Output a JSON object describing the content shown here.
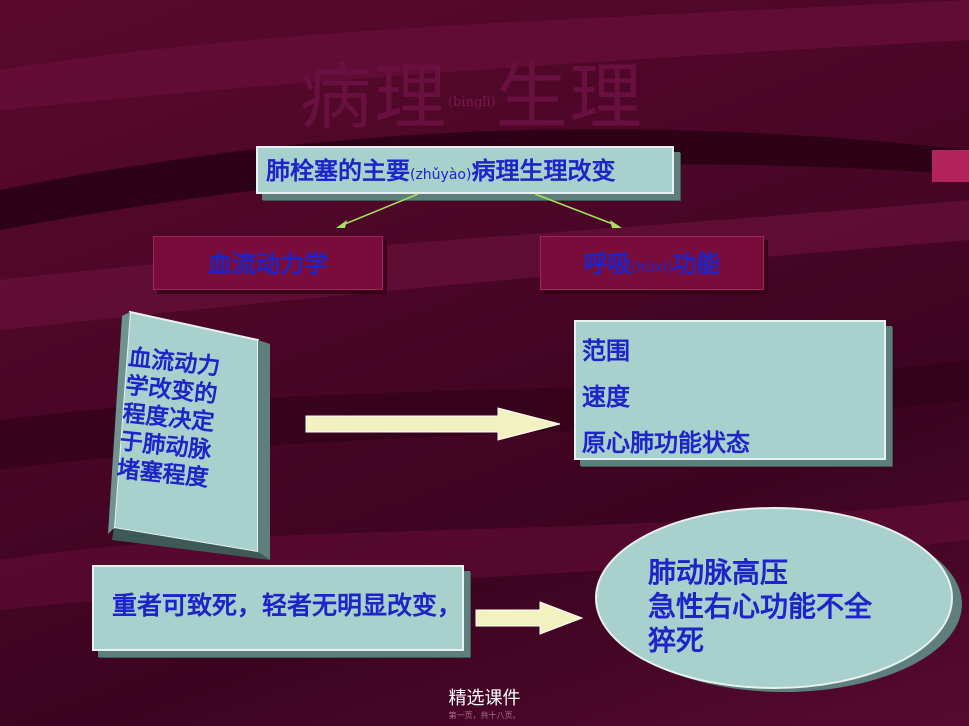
{
  "title": {
    "main": "病理",
    "pinyin": "(bìnglǐ)",
    "rest": "生理"
  },
  "main_box": {
    "before": "肺栓塞的主要",
    "pinyin": "(zhǔyào)",
    "after": "病理生理改变"
  },
  "hemodynamics": {
    "label": "血流动力学"
  },
  "respiration": {
    "before": "呼吸",
    "pinyin": "(hūxī)",
    "after": "功能"
  },
  "tilted_box": {
    "lines": [
      "血流动力",
      "学改变的",
      "程度决定",
      "于肺动脉",
      "堵塞程度"
    ]
  },
  "factors": {
    "items": [
      "范围",
      "速度",
      "原心肺功能状态"
    ]
  },
  "outcome": {
    "text": "重者可致死，轻者无明显改变，"
  },
  "consequences": {
    "items": [
      "肺动脉高压",
      "急性右心功能不全",
      "猝死"
    ]
  },
  "footer": {
    "main": "精选课件",
    "sub": "第一页，共十八页。"
  },
  "colors": {
    "background": "#4a0626",
    "box_light": "#a8d0cc",
    "box_magenta": "#7a0c3c",
    "text_blue": "#1f24c8",
    "arrow_fill": "#f2f2c0"
  }
}
